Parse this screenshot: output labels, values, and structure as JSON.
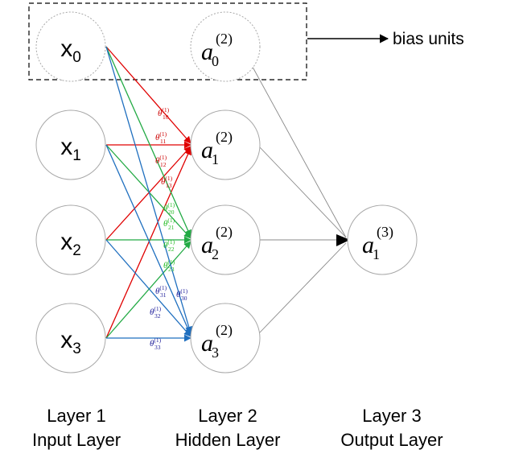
{
  "bias_label": "bias units",
  "input_nodes": [
    {
      "base": "x",
      "sub": "0"
    },
    {
      "base": "x",
      "sub": "1"
    },
    {
      "base": "x",
      "sub": "2"
    },
    {
      "base": "x",
      "sub": "3"
    }
  ],
  "hidden_nodes": [
    {
      "base": "a",
      "sub": "0",
      "sup": "(2)"
    },
    {
      "base": "a",
      "sub": "1",
      "sup": "(2)"
    },
    {
      "base": "a",
      "sub": "2",
      "sup": "(2)"
    },
    {
      "base": "a",
      "sub": "3",
      "sup": "(2)"
    }
  ],
  "output_node": {
    "base": "a",
    "sub": "1",
    "sup": "(3)"
  },
  "layers": [
    {
      "line1": "Layer 1",
      "line2": "Input Layer"
    },
    {
      "line1": "Layer 2",
      "line2": "Hidden Layer"
    },
    {
      "line1": "Layer 3",
      "line2": "Output Layer"
    }
  ],
  "weights": [
    {
      "symbol": "θ",
      "sub": "10",
      "sup": "(1)",
      "color": "#cc0000"
    },
    {
      "symbol": "θ",
      "sub": "11",
      "sup": "(1)",
      "color": "#cc0000"
    },
    {
      "symbol": "θ",
      "sub": "12",
      "sup": "(1)",
      "color": "#cc0000"
    },
    {
      "symbol": "θ",
      "sub": "13",
      "sup": "(1)",
      "color": "#cc0000"
    },
    {
      "symbol": "θ",
      "sub": "20",
      "sup": "(1)",
      "color": "#22bb22"
    },
    {
      "symbol": "θ",
      "sub": "21",
      "sup": "(1)",
      "color": "#22bb22"
    },
    {
      "symbol": "θ",
      "sub": "22",
      "sup": "(1)",
      "color": "#22bb22"
    },
    {
      "symbol": "θ",
      "sub": "23",
      "sup": "(1)",
      "color": "#22bb22"
    },
    {
      "symbol": "θ",
      "sub": "31",
      "sup": "(1)",
      "color": "#1a1a99"
    },
    {
      "symbol": "θ",
      "sub": "30",
      "sup": "(1)",
      "color": "#1a1a99"
    },
    {
      "symbol": "θ",
      "sub": "32",
      "sup": "(1)",
      "color": "#1a1a99"
    },
    {
      "symbol": "θ",
      "sub": "33",
      "sup": "(1)",
      "color": "#1a1a99"
    }
  ],
  "colors": {
    "red": "#e00000",
    "green": "#22aa44",
    "blue": "#1f6fbf",
    "gray": "#888888"
  }
}
